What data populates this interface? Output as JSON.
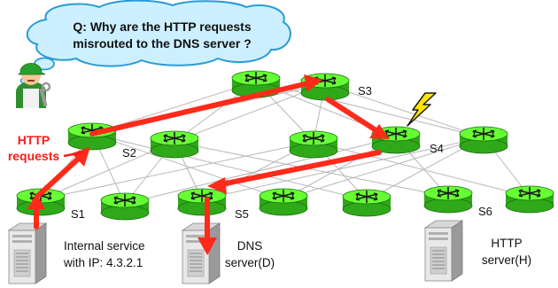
{
  "question": {
    "line1": "Q: Why are the HTTP requests",
    "line2": "misrouted to the DNS server ?"
  },
  "request_label": {
    "line1": "HTTP",
    "line2": "requests"
  },
  "routers": {
    "s1": "S1",
    "s2": "S2",
    "s3": "S3",
    "s4": "S4",
    "s5": "S5",
    "s6": "S6"
  },
  "servers": {
    "internal": {
      "line1": "Internal service",
      "line2": "with IP: 4.3.2.1"
    },
    "dns": {
      "line1": "DNS",
      "line2": "server(D)"
    },
    "http": {
      "line1": "HTTP",
      "line2": "server(H)"
    }
  },
  "colors": {
    "router_fill": "#66ff33",
    "router_dark": "#2fa81a",
    "cloud_fill": "#ccf0ff",
    "cloud_stroke": "#2a9bd6",
    "path": "#ff2a1a",
    "request_label": "#ff1a1a",
    "lightning": "#ffe600",
    "links": "#b8b8b8"
  },
  "icons": {
    "operator": "technician-icon",
    "failure": "lightning-icon",
    "router": "router-icon",
    "server": "server-tower-icon"
  }
}
